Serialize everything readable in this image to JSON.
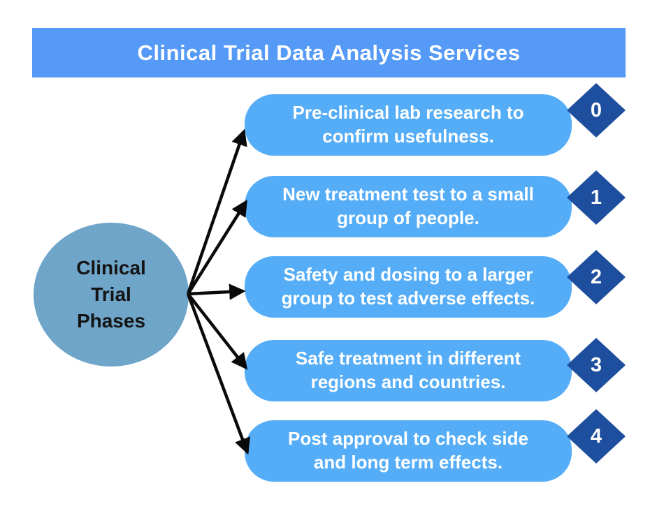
{
  "header": {
    "title": "Clinical Trial Data Analysis Services"
  },
  "center": {
    "label": "Clinical\nTrial\nPhases"
  },
  "phases": [
    {
      "number": "0",
      "description": "Pre-clinical lab research to\nconfirm usefulness."
    },
    {
      "number": "1",
      "description": "New treatment test to a small\ngroup of people."
    },
    {
      "number": "2",
      "description": "Safety and dosing to a larger\ngroup to test adverse effects."
    },
    {
      "number": "3",
      "description": "Safe treatment in different\nregions and countries."
    },
    {
      "number": "4",
      "description": "Post approval to check side\nand long term effects."
    }
  ],
  "colors": {
    "banner_bg": "#569AF7",
    "box_bg": "#55ADF7",
    "diamond_bg": "#1E4F9E",
    "circle_bg": "#6FA5C9",
    "arrow": "#0A0A0A",
    "text_light": "#FFFFFF",
    "text_dark": "#141414",
    "page_bg": "#FFFFFF"
  }
}
